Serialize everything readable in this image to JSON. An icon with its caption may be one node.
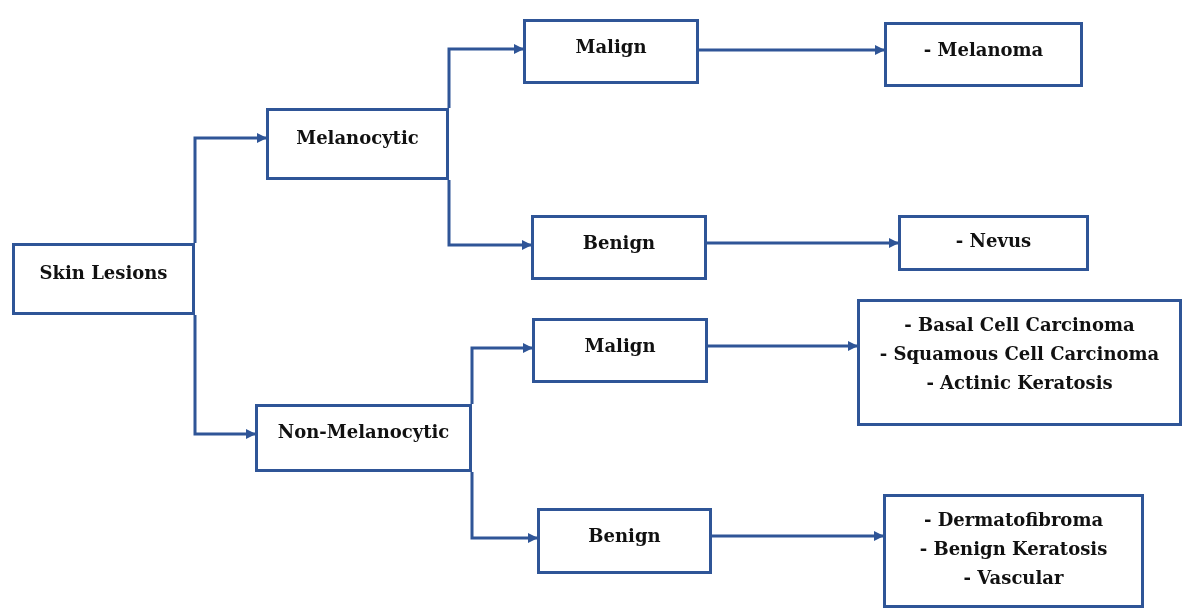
{
  "diagram": {
    "nodes": [
      {
        "text": [
          "Skin Lesions"
        ]
      },
      {
        "text": [
          "Melanocytic"
        ]
      },
      {
        "text": [
          "Malign"
        ]
      },
      {
        "text": [
          "- Melanoma"
        ]
      },
      {
        "text": [
          "Benign"
        ]
      },
      {
        "text": [
          "- Nevus"
        ]
      },
      {
        "text": [
          "Non-Melanocytic"
        ]
      },
      {
        "text": [
          "Malign"
        ]
      },
      {
        "text": [
          "- Basal Cell Carcinoma",
          "- Squamous Cell Carcinoma",
          "- Actinic Keratosis"
        ]
      },
      {
        "text": [
          "Benign"
        ]
      },
      {
        "text": [
          "- Dermatofibroma",
          "- Benign Keratosis",
          "- Vascular"
        ]
      }
    ],
    "edges": [
      {
        "from": 0,
        "to": 1,
        "arrow": "to"
      },
      {
        "from": 0,
        "to": 6,
        "arrow": "to"
      },
      {
        "from": 1,
        "to": 2,
        "arrow": "to"
      },
      {
        "from": 1,
        "to": 4,
        "arrow": "to"
      },
      {
        "from": 2,
        "to": 3,
        "arrow": "to"
      },
      {
        "from": 4,
        "to": 5,
        "arrow": "to"
      },
      {
        "from": 6,
        "to": 7,
        "arrow": "to"
      },
      {
        "from": 6,
        "to": 9,
        "arrow": "to"
      },
      {
        "from": 7,
        "to": 8,
        "arrow": "to"
      },
      {
        "from": 9,
        "to": 10,
        "arrow": "to"
      }
    ]
  }
}
